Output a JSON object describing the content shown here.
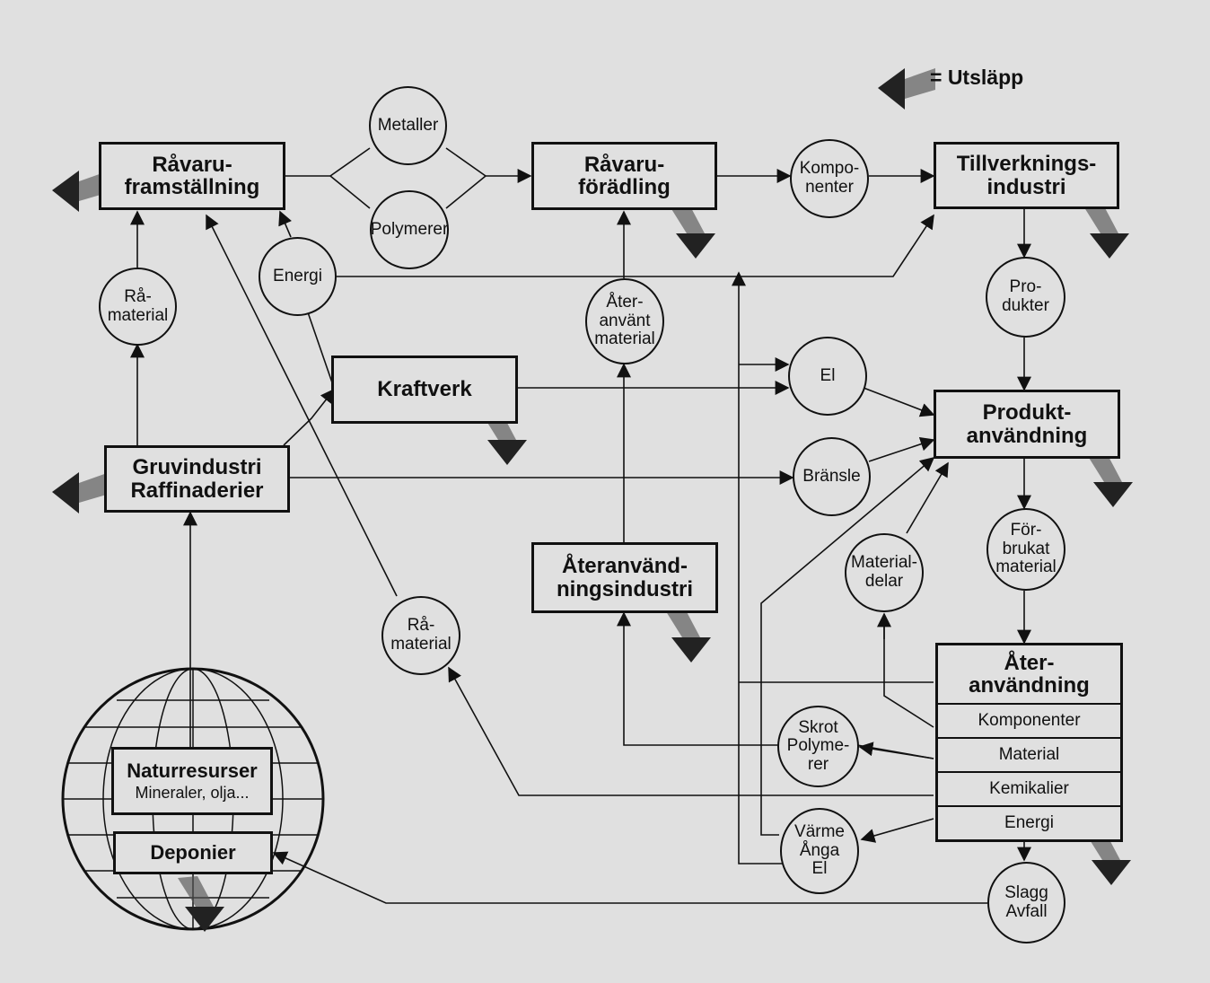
{
  "legend": {
    "label": "= Utsläpp"
  },
  "boxes": {
    "ravaru_framstallning": [
      "Råvaru-",
      "framställning"
    ],
    "ravaru_foradling": [
      "Råvaru-",
      "förädling"
    ],
    "tillverkningsindustri": [
      "Tillverknings-",
      "industri"
    ],
    "kraftverk": [
      "Kraftverk"
    ],
    "gruvindustri": [
      "Gruvindustri",
      "Raffinaderier"
    ],
    "produktanvandning": [
      "Produkt-",
      "användning"
    ],
    "ateranvandningsindustri": [
      "Återanvänd-",
      "ningsindustri"
    ],
    "ateranvandning": [
      "Åter-",
      "användning"
    ],
    "ateranvandning_rows": [
      "Komponenter",
      "Material",
      "Kemikalier",
      "Energi"
    ]
  },
  "naturresurser": {
    "title": "Naturresurser",
    "subtitle": "Mineraler, olja...",
    "deponier": "Deponier"
  },
  "circles": {
    "metaller": [
      "Metaller"
    ],
    "polymerer": [
      "Polymerer"
    ],
    "komponenter": [
      "Kompo-",
      "nenter"
    ],
    "energi": [
      "Energi"
    ],
    "ramaterial_top": [
      "Rå-",
      "material"
    ],
    "ateranvant_material": [
      "Åter-",
      "använt",
      "material"
    ],
    "produkter": [
      "Pro-",
      "dukter"
    ],
    "el": [
      "El"
    ],
    "bransle": [
      "Bränsle"
    ],
    "forbrukat_material": [
      "För-",
      "brukat",
      "material"
    ],
    "materialdelar": [
      "Material-",
      "delar"
    ],
    "ramaterial_bottom": [
      "Rå-",
      "material"
    ],
    "skrot_polymerer": [
      "Skrot",
      "Polyme-",
      "rer"
    ],
    "varme_anga_el": [
      "Värme",
      "Ånga",
      "El"
    ],
    "slagg_avfall": [
      "Slagg",
      "Avfall"
    ]
  }
}
